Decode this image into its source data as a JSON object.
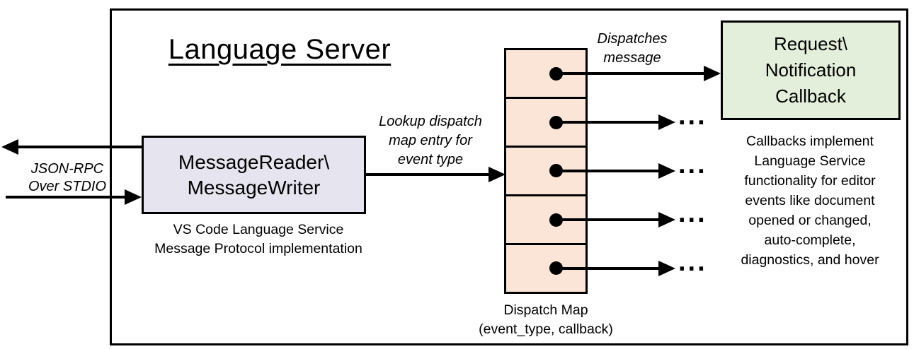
{
  "title": "Language Server",
  "colors": {
    "reader_fill": "#E6E4EF",
    "dispatch_fill": "#FBE5D6",
    "callback_fill": "#E3EFDA",
    "line": "#000000"
  },
  "nodes": {
    "reader": {
      "label": "MessageReader\\\nMessageWriter",
      "caption": "VS Code Language Service\nMessage Protocol implementation"
    },
    "dispatch_map": {
      "cell_count": 5,
      "caption": "Dispatch Map\n(event_type, callback)"
    },
    "callback": {
      "label": "Request\\\nNotification\nCallback",
      "description": "Callbacks implement\nLanguage Service\nfunctionality for editor\nevents like document\nopened or changed,\nauto-complete,\ndiagnostics, and hover"
    }
  },
  "edge_labels": {
    "json_rpc": "JSON-RPC\nOver STDIO",
    "lookup": "Lookup dispatch\nmap entry for\nevent type",
    "dispatches": "Dispatches\nmessage",
    "ellipsis": "..."
  }
}
